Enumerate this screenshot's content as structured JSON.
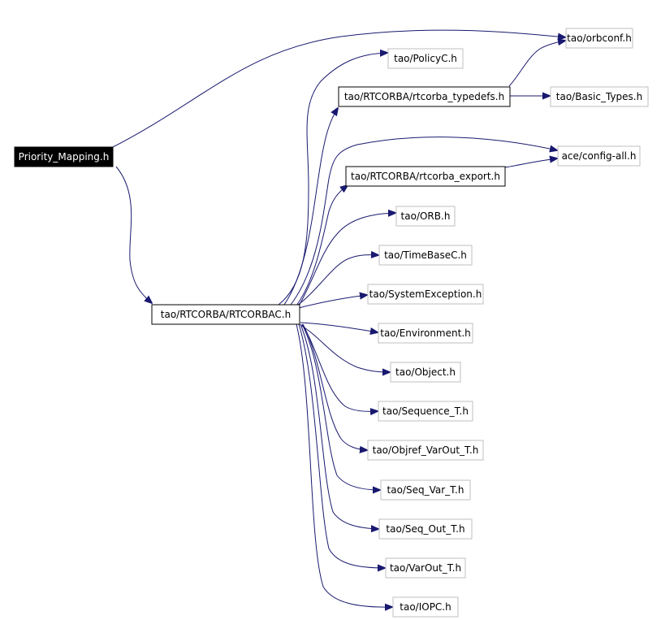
{
  "diagram": {
    "colors": {
      "edge": "#191970",
      "root_fill": "#000000",
      "root_text": "#ffffff",
      "bordered": "#000000",
      "leaf_border": "#bfbfbf"
    },
    "nodes": {
      "root": "Priority_Mapping.h",
      "rtcorbac": "tao/RTCORBA/RTCORBAC.h",
      "orbconf": "tao/orbconf.h",
      "policyc": "tao/PolicyC.h",
      "typedefs": "tao/RTCORBA/rtcorba_typedefs.h",
      "basic_types": "tao/Basic_Types.h",
      "config_all": "ace/config-all.h",
      "export": "tao/RTCORBA/rtcorba_export.h",
      "orb": "tao/ORB.h",
      "timebasec": "tao/TimeBaseC.h",
      "sysexc": "tao/SystemException.h",
      "environment": "tao/Environment.h",
      "object": "tao/Object.h",
      "sequence_t": "tao/Sequence_T.h",
      "objref_varout": "tao/Objref_VarOut_T.h",
      "seq_var": "tao/Seq_Var_T.h",
      "seq_out": "tao/Seq_Out_T.h",
      "varout": "tao/VarOut_T.h",
      "iopc": "tao/IOPC.h"
    }
  }
}
